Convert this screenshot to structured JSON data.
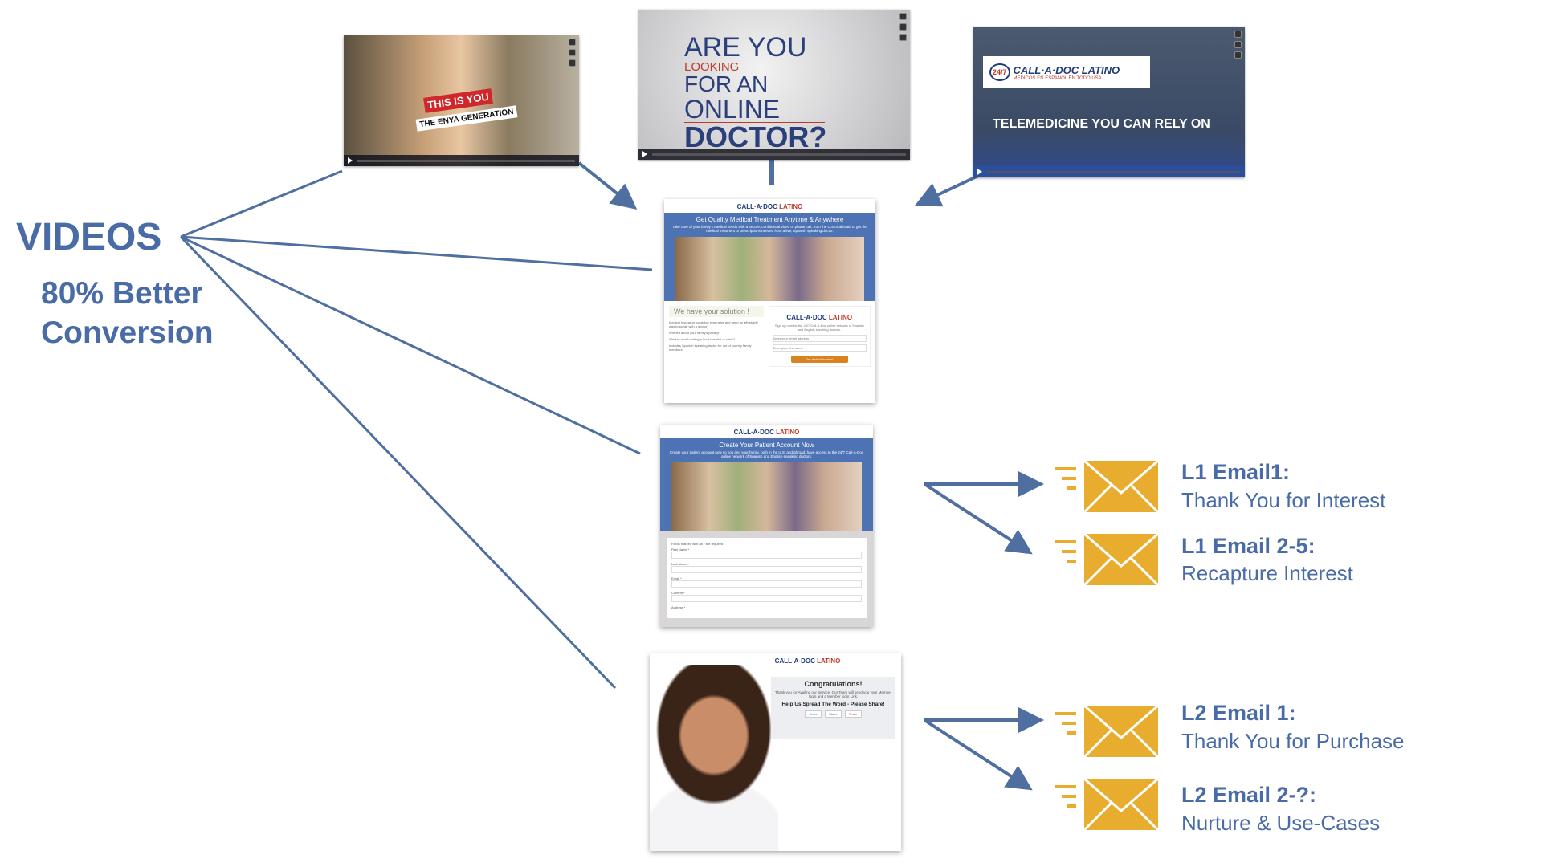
{
  "left": {
    "title": "VIDEOS",
    "subtitle_line1": "80% Better",
    "subtitle_line2": "Conversion"
  },
  "videos": [
    {
      "line1": "THIS IS YOU",
      "line2": "THE ENYA GENERATION"
    },
    {
      "line1": "ARE YOU",
      "line2": "LOOKING",
      "line3": "FOR AN",
      "line4": "ONLINE",
      "line5": "DOCTOR?"
    },
    {
      "logo": "CALL·A·DOC LATINO",
      "logo_sub": "MÉDICOS EN ESPAÑOL EN TODO USA",
      "badge": "24/7",
      "tagline": "TELEMEDICINE YOU CAN RELY ON"
    }
  ],
  "brand": {
    "name_a": "CALL·A·DOC",
    "name_b": "LATINO",
    "sub": "MÉDICOS EN ESPAÑOL EN TODO USA"
  },
  "landing1": {
    "heading": "Get Quality Medical Treatment Anytime & Anywhere",
    "text": "Take care of your family's medical needs with a secure, confidential video or phone call, from the U.S or abroad, to get the medical treatment or prescriptions needed from a live, Spanish speaking doctor.",
    "solution": "We have your solution !",
    "bullets": [
      "Medical Insurance costs too expensive and need an affordable way to speak with a doctor?",
      "Worried about your family's privacy?",
      "Want to avoid visiting a local hospital or clinic?",
      "Includes Spanish speaking doctor for out of country family members!"
    ],
    "signup": "Sign up now for the 24/7 Call-A-Doc online network of Spanish and English speaking doctors.",
    "email_placeholder": "Enter your email address",
    "name_placeholder": "Enter your first name",
    "cta": "Get Instant Access!"
  },
  "landing2": {
    "heading": "Create Your Patient Account Now",
    "text": "Create your patient account now so you and your family, both in the U.S. and abroad, have access to the 24/7 Call-A-Doc online network of Spanish and English-speaking doctors.",
    "required": "Fields marked with an * are required",
    "fields": [
      "First Name *",
      "Last Name *",
      "Email *",
      "Confirm *",
      "Address *"
    ]
  },
  "landing3": {
    "heading": "Congratulations!",
    "text": "Thank you for Availing our Service. Our Team will send you your Member login and a Member login Link.",
    "share_heading": "Help Us Spread The Word - Please Share!",
    "share_buttons": [
      "Share",
      "Share",
      "Share"
    ]
  },
  "emails": [
    {
      "title": "L1 Email1:",
      "subtitle": "Thank You for Interest"
    },
    {
      "title": "L1 Email 2-5:",
      "subtitle": "Recapture Interest"
    },
    {
      "title": "L2 Email 1:",
      "subtitle": "Thank You for Purchase"
    },
    {
      "title": "L2 Email 2-?:",
      "subtitle": "Nurture & Use-Cases"
    }
  ],
  "colors": {
    "accent": "#4a6ca6",
    "envelope": "#e8ad2e",
    "hero": "#4e73b5"
  }
}
